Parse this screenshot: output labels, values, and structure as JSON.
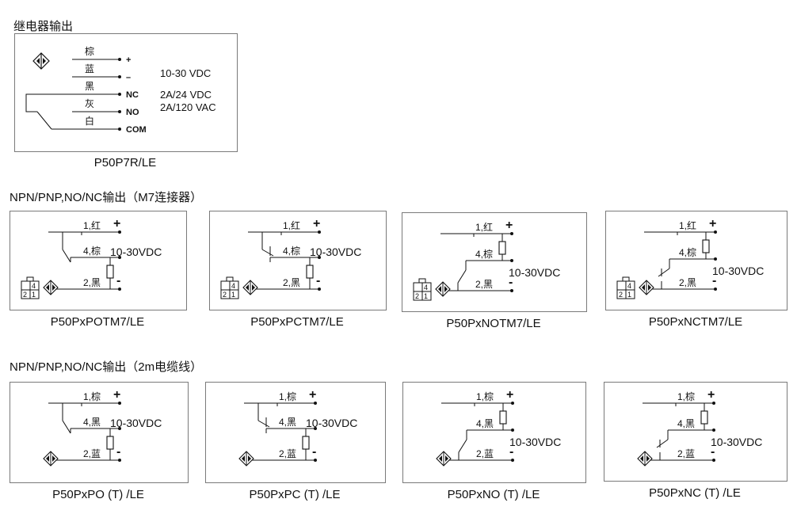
{
  "sections": {
    "relay": {
      "title": "继电器输出"
    },
    "m7": {
      "title": "NPN/PNP,NO/NC输出（M7连接器）"
    },
    "cable": {
      "title": "NPN/PNP,NO/NC输出（2m电缆线）"
    }
  },
  "relay": {
    "caption": "P50P7R/LE",
    "wires": [
      "棕",
      "蓝",
      "黑",
      "灰",
      "白"
    ],
    "terminals": [
      "+",
      "–",
      "NC",
      "NO",
      "COM"
    ],
    "spec_voltage": "10-30 VDC",
    "spec_dc": "2A/24 VDC",
    "spec_ac": "2A/120 VAC"
  },
  "diagrams": [
    {
      "caption": "P50PxPOTM7/LE",
      "w1": "1,红",
      "w2": "4,棕",
      "w3": "2,黑",
      "voltage": "10-30VDC",
      "plus": "+",
      "minus": "-",
      "conn4": "4",
      "conn2": "2",
      "conn1": "1"
    },
    {
      "caption": "P50PxPCTM7/LE",
      "w1": "1,红",
      "w2": "4,棕",
      "w3": "2,黑",
      "voltage": "10-30VDC",
      "plus": "+",
      "minus": "-",
      "conn4": "4",
      "conn2": "2",
      "conn1": "1"
    },
    {
      "caption": "P50PxNOTM7/LE",
      "w1": "1,红",
      "w2": "4,棕",
      "w3": "2,黑",
      "voltage": "10-30VDC",
      "plus": "+",
      "minus": "-",
      "conn4": "4",
      "conn2": "2",
      "conn1": "1"
    },
    {
      "caption": "P50PxNCTM7/LE",
      "w1": "1,红",
      "w2": "4,棕",
      "w3": "2,黑",
      "voltage": "10-30VDC",
      "plus": "+",
      "minus": "-",
      "conn4": "4",
      "conn2": "2",
      "conn1": "1"
    },
    {
      "caption": "P50PxPO (T) /LE",
      "w1": "1,棕",
      "w2": "4,黑",
      "w3": "2,蓝",
      "voltage": "10-30VDC",
      "plus": "+",
      "minus": "-"
    },
    {
      "caption": "P50PxPC (T) /LE",
      "w1": "1,棕",
      "w2": "4,黑",
      "w3": "2,蓝",
      "voltage": "10-30VDC",
      "plus": "+",
      "minus": "-"
    },
    {
      "caption": "P50PxNO (T) /LE",
      "w1": "1,棕",
      "w2": "4,黑",
      "w3": "2,蓝",
      "voltage": "10-30VDC",
      "plus": "+",
      "minus": "-"
    },
    {
      "caption": "P50PxNC (T) /LE",
      "w1": "1,棕",
      "w2": "4,黑",
      "w3": "2,蓝",
      "voltage": "10-30VDC",
      "plus": "+",
      "minus": "-"
    }
  ]
}
